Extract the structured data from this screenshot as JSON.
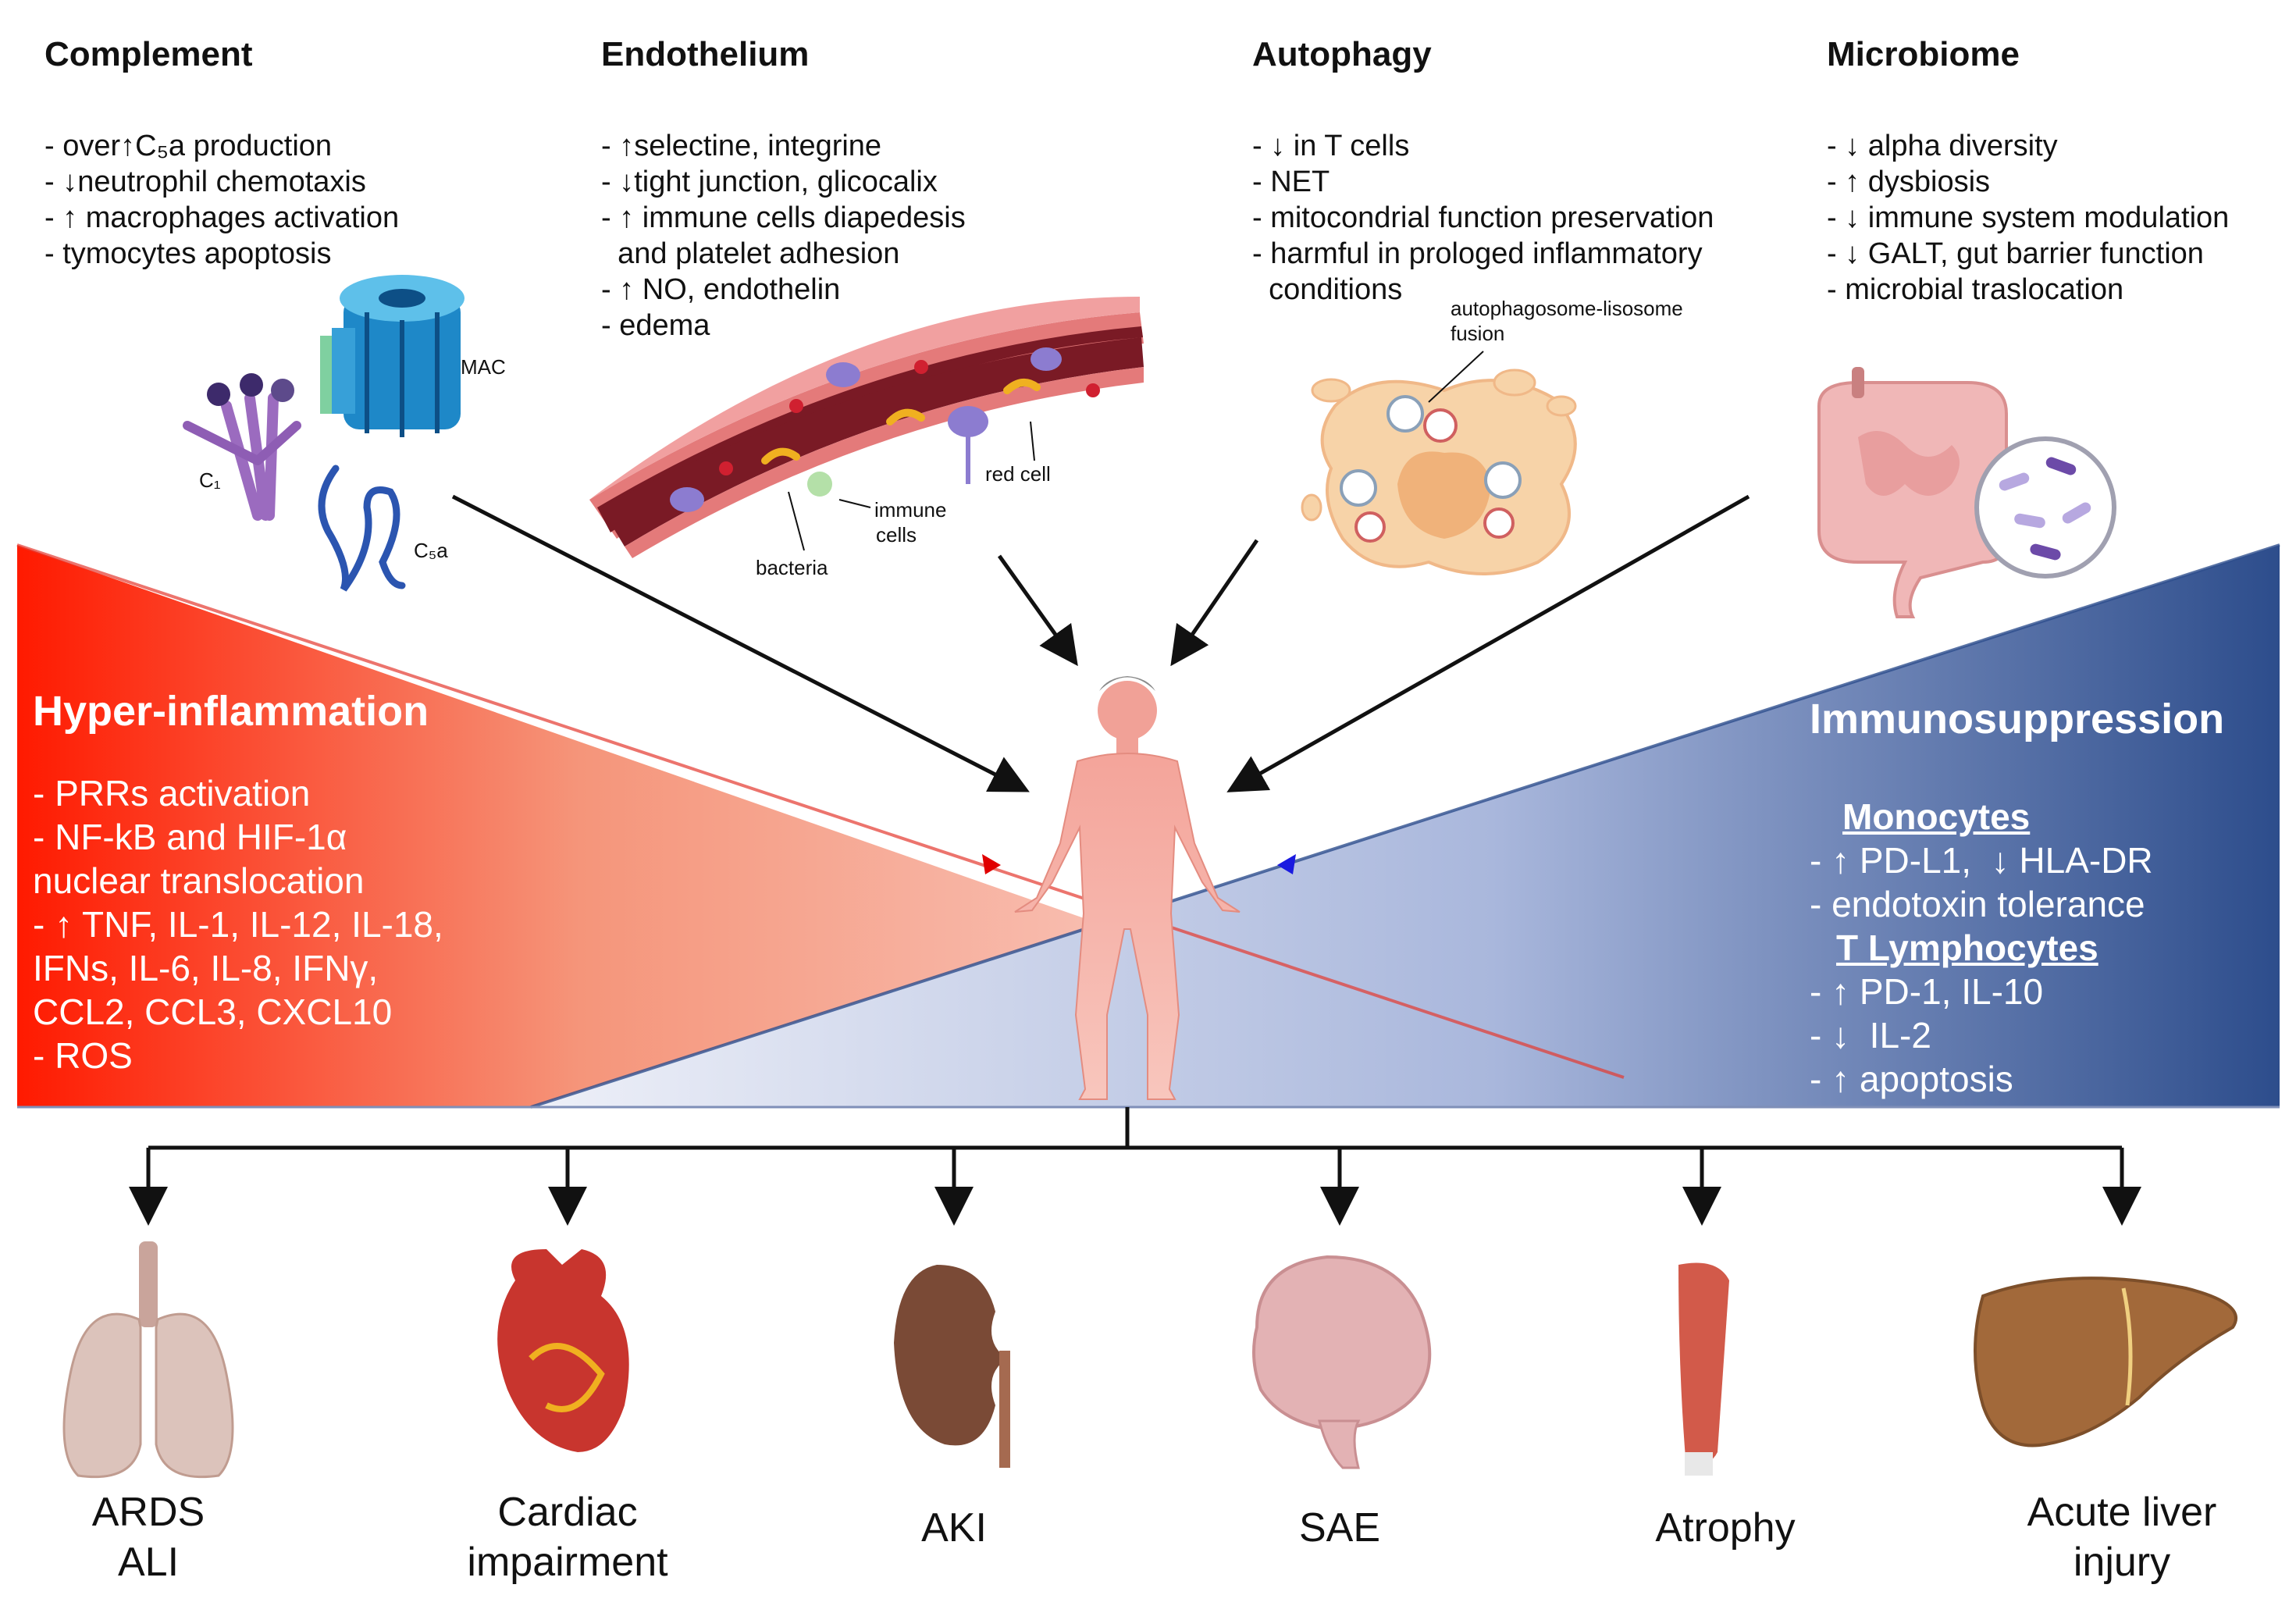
{
  "sections": {
    "complement": {
      "title": "Complement",
      "items": [
        "- over↑C₅a production",
        "- ↓neutrophil chemotaxis",
        "- ↑ macrophages activation",
        "- tymocytes apoptosis"
      ],
      "labels": {
        "mac": "MAC",
        "c1": "C₁",
        "c5a": "C₅a"
      }
    },
    "endothelium": {
      "title": "Endothelium",
      "items": [
        "- ↑selectine, integrine",
        "- ↓tight junction, glicocalix",
        "- ↑ immune cells diapedesis",
        "  and platelet adhesion",
        "- ↑ NO, endothelin",
        "- edema"
      ],
      "labels": {
        "red_cell": "red cell",
        "immune_cells_1": "immune",
        "immune_cells_2": "cells",
        "bacteria": "bacteria"
      }
    },
    "autophagy": {
      "title": "Autophagy",
      "items": [
        "- ↓ in T cells",
        "- NET",
        "- mitocondrial function preservation",
        "- harmful in prologed inflammatory",
        "  conditions"
      ],
      "labels": {
        "fusion_1": "autophagosome-lisosome",
        "fusion_2": "fusion"
      }
    },
    "microbiome": {
      "title": "Microbiome",
      "items": [
        "- ↓ alpha diversity",
        "- ↑ dysbiosis",
        "- ↓ immune system modulation",
        "- ↓ GALT, gut barrier function",
        "- microbial traslocation"
      ]
    }
  },
  "hyper": {
    "title": "Hyper-inflammation",
    "items": [
      "- PRRs activation",
      "- NF-kB and HIF-1α",
      "nuclear translocation",
      "- ↑ TNF, IL-1, IL-12, IL-18,",
      "IFNs, IL-6, IL-8, IFNγ,",
      "CCL2, CCL3, CXCL10",
      "- ROS"
    ]
  },
  "immuno": {
    "title": "Immunosuppression",
    "monocytes_head": "Monocytes",
    "monocytes_items": [
      "- ↑ PD-L1,  ↓ HLA-DR",
      "- endotoxin tolerance"
    ],
    "t_head": "T Lymphocytes",
    "t_items": [
      "- ↑ PD-1, IL-10",
      "- ↓  IL-2",
      "- ↑ apoptosis"
    ]
  },
  "outcomes": [
    {
      "line1": "ARDS",
      "line2": "ALI"
    },
    {
      "line1": "Cardiac",
      "line2": "impairment"
    },
    {
      "line1": "AKI",
      "line2": ""
    },
    {
      "line1": "SAE",
      "line2": ""
    },
    {
      "line1": "Atrophy",
      "line2": ""
    },
    {
      "line1": "Acute liver",
      "line2": "injury"
    }
  ],
  "colors": {
    "red": "#ff1a00",
    "blue": "#2f4f8e"
  }
}
